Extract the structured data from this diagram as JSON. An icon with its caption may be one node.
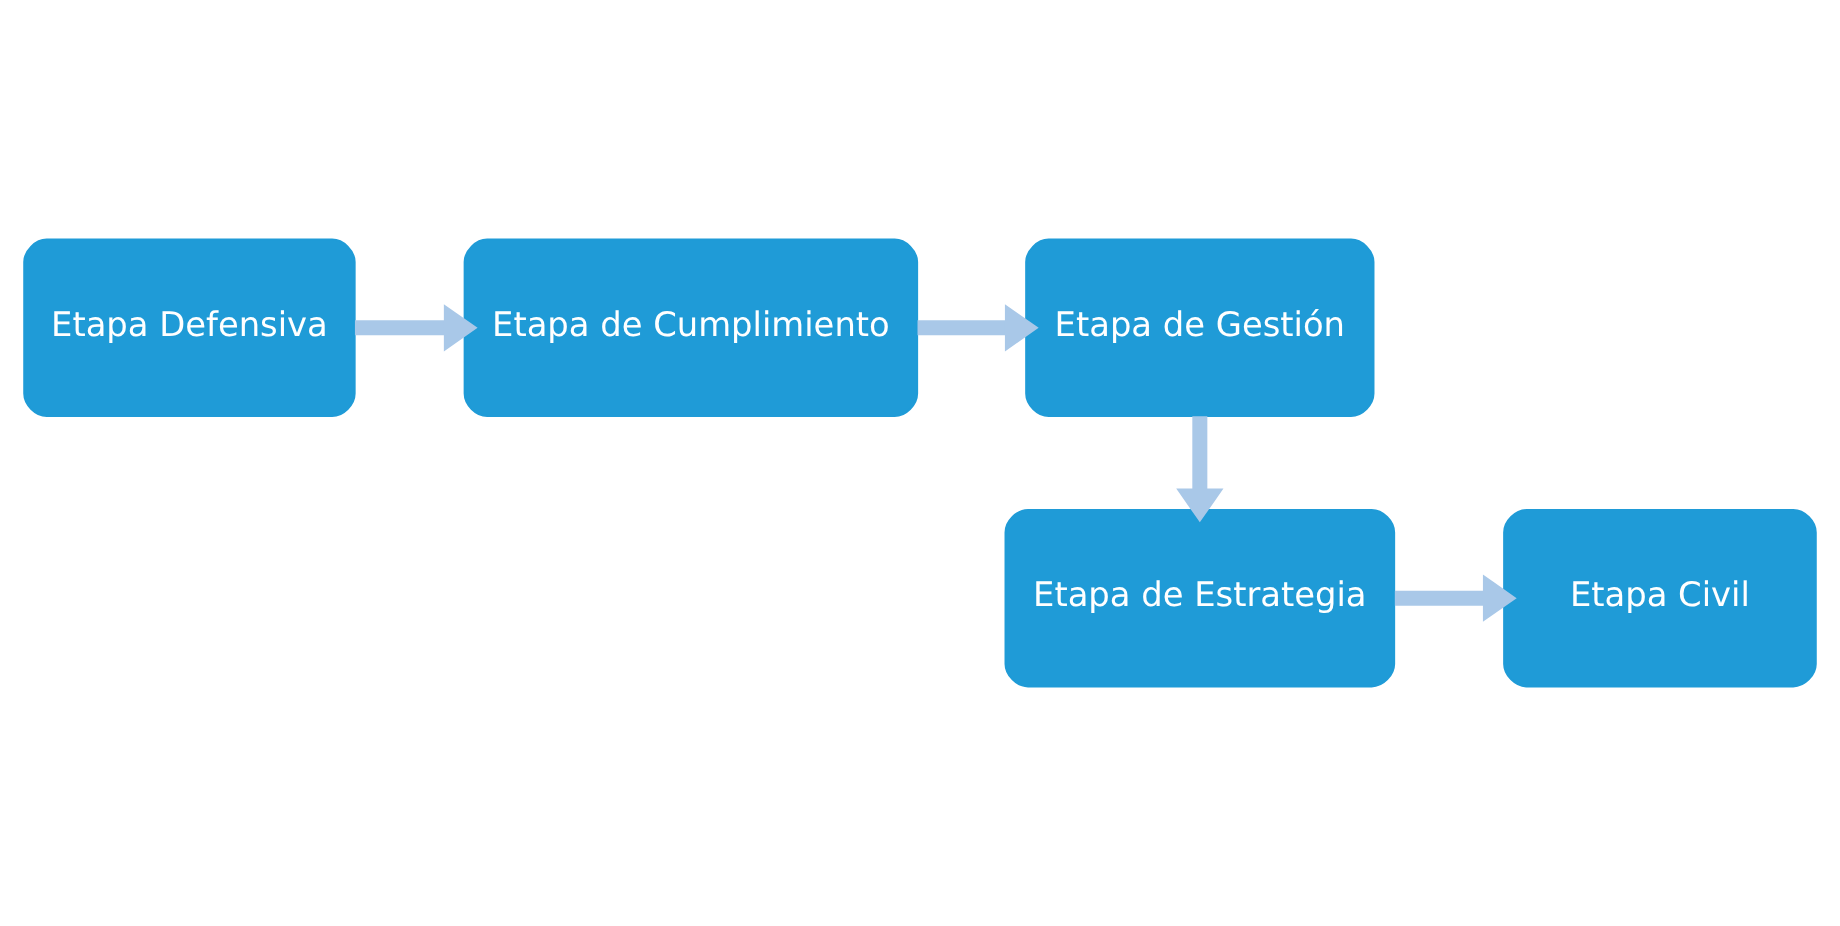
{
  "diagram": {
    "nodes": [
      {
        "text": [
          "Etapa Defensiva"
        ]
      },
      {
        "text": [
          "Etapa de Cumplimiento"
        ]
      },
      {
        "text": [
          "Etapa de Gestión"
        ]
      },
      {
        "text": [
          "Etapa de Estrategia"
        ]
      },
      {
        "text": [
          "Etapa Civil"
        ]
      }
    ],
    "edges": [
      {
        "from": 0,
        "to": 1,
        "arrow": "to"
      },
      {
        "from": 1,
        "to": 2,
        "arrow": "to"
      },
      {
        "from": 2,
        "to": 3,
        "arrow": "to"
      },
      {
        "from": 3,
        "to": 4,
        "arrow": "to"
      }
    ]
  }
}
